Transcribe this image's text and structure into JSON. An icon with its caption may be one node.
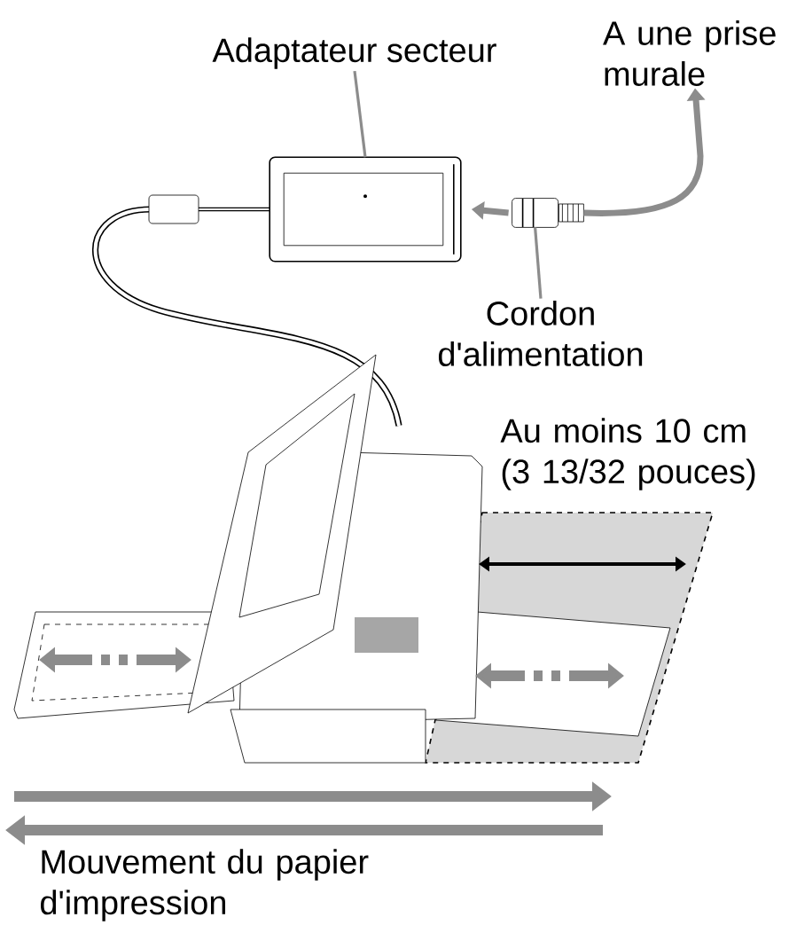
{
  "diagram": {
    "nodes": [
      {
        "text": [
          "Adaptateur secteur"
        ]
      },
      {
        "text": [],
        "shape": "picture"
      },
      {
        "text": [],
        "shape": "picture"
      },
      {
        "text": [
          "Cordon d'alimentation"
        ]
      },
      {
        "text": [
          "A une prise murale"
        ]
      }
    ],
    "edges": [
      {
        "from": 0,
        "to": 1,
        "arrow": "none"
      },
      {
        "from": 3,
        "to": 2,
        "arrow": "none"
      },
      {
        "from": 2,
        "to": 1,
        "arrow": "to",
        "style": "thick"
      },
      {
        "from": 2,
        "to": 4,
        "arrow": "to",
        "style": "thick"
      }
    ],
    "labels": [
      "Au moins 10 cm (3 13/32 pouces)",
      "Mouvement du papier d'impression"
    ]
  }
}
